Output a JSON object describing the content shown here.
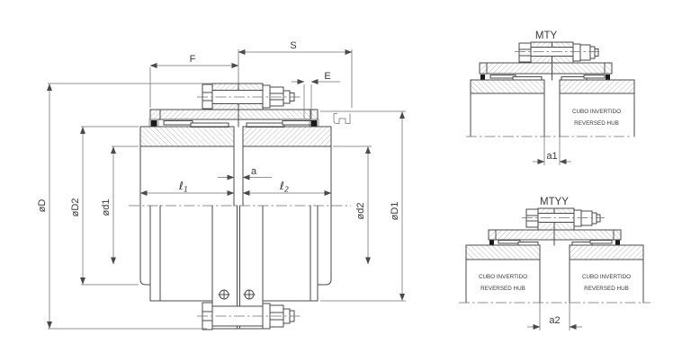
{
  "drawing": {
    "main_view": {
      "dim_labels": {
        "F": "F",
        "S": "S",
        "E": "E",
        "a": "a"
      },
      "length_labels": {
        "l1_symbol": "ℓ",
        "l1_sub": "1",
        "l2_symbol": "ℓ",
        "l2_sub": "2"
      },
      "diameter_labels": {
        "D": "øD",
        "D2": "øD2",
        "d1": "ød1",
        "d2": "ød2",
        "D1": "øD1"
      }
    },
    "mty_view": {
      "title": "MTY",
      "hub_text_line1": "CUBO INVERTIDO",
      "hub_text_line2": "REVERSED HUB",
      "dim_a1": "a1"
    },
    "mtyy_view": {
      "title": "MTYY",
      "left_hub_text_line1": "CUBO INVERTIDO",
      "left_hub_text_line2": "REVERSED HUB",
      "right_hub_text_line1": "CUBO INVERTIDO",
      "right_hub_text_line2": "REVERSED HUB",
      "dim_a2": "a2"
    },
    "colors": {
      "background": "#ffffff",
      "object_line": "#4a4a4a",
      "thin_line": "#6f6f6f",
      "hatch_line": "#8c8c8c",
      "text": "#3a3a3a",
      "seal_fill": "#1a1a1a"
    }
  }
}
